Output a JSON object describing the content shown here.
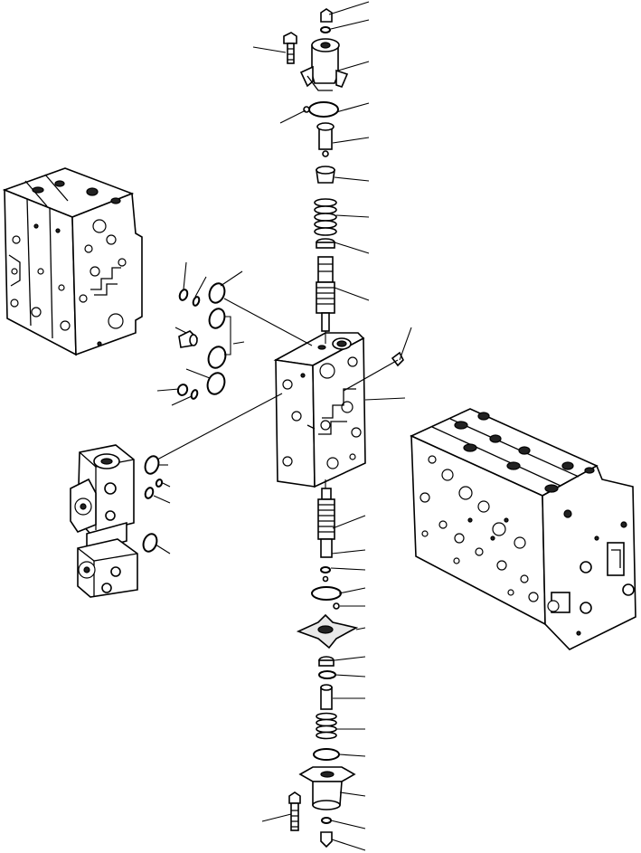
{
  "figure": {
    "type": "exploded-parts-diagram",
    "background": "#ffffff",
    "line_color": "#000000"
  },
  "components": [
    {
      "name": "valve-assembly-left-small"
    },
    {
      "name": "valve-assembly-right-large"
    },
    {
      "name": "valve-section-body"
    },
    {
      "name": "side-valve-module"
    },
    {
      "name": "top-spool-cap"
    },
    {
      "name": "bottom-spool-cap"
    },
    {
      "name": "main-spool"
    },
    {
      "name": "spider-retainer"
    }
  ]
}
